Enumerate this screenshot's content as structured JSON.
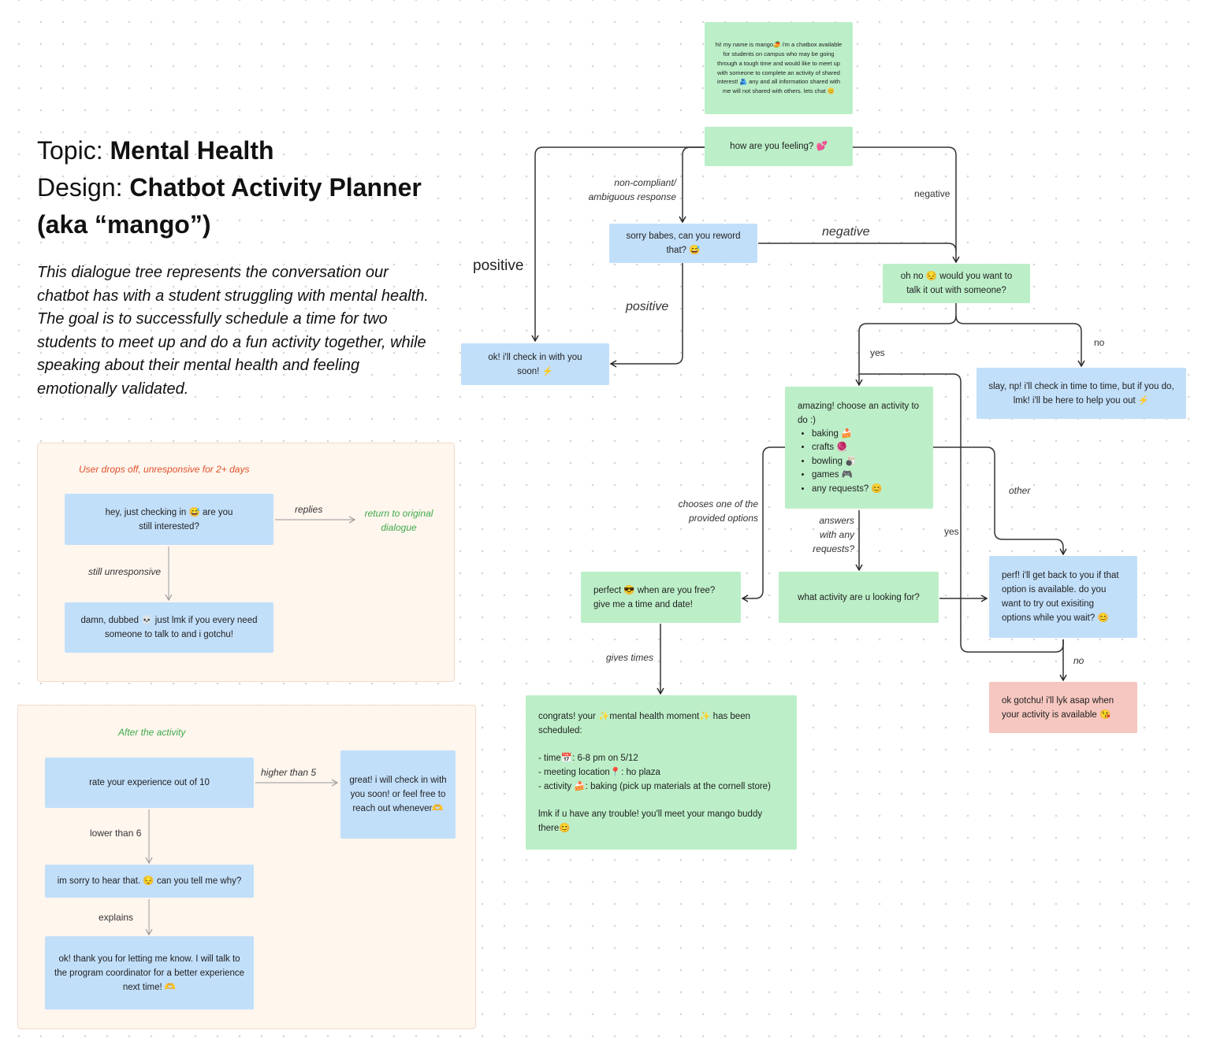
{
  "header": {
    "topic_prefix": "Topic: ",
    "topic": "Mental Health",
    "design_prefix": "Design: ",
    "design": "Chatbot Activity Planner",
    "aka": "(aka “mango”)",
    "description": "This dialogue tree represents the conversation our chatbot has with a student struggling with mental health. The goal is to successfully schedule a time for two students to meet up and do a fun activity together, while speaking about their mental health and feeling emotionally validated."
  },
  "dropoff": {
    "heading": "User drops off, unresponsive for 2+ days",
    "check_in": "hey, just checking in 😅 are you still interested?",
    "replies_label": "replies",
    "return_label": "return to original dialogue",
    "still_label": "still unresponsive",
    "dubbed": "damn, dubbed 💀 just lmk if you every need someone to talk to and i gotchu!"
  },
  "after": {
    "heading": "After the activity",
    "rate": "rate your experience out of 10",
    "higher_label": "higher than 5",
    "great": "great! i will check in with you soon! or feel free to reach out whenever🫶",
    "lower_label": "lower than 6",
    "sorry": "im sorry to hear that. 😔 can you tell me why?",
    "explains_label": "explains",
    "thanks": "ok! thank you for letting me know. I will talk to the program coordinator for a better experience next time! 🫶"
  },
  "flow": {
    "intro": "hi! my name is mango🥭 i'm a chatbox available for students on campus who may be going through a tough time and would like to meet up with someone to complete an activity of shared interest! 🫂 any and all information shared with me will not shared with others. lets chat 😊",
    "feeling": "how are you feeling? 💕",
    "reword": "sorry babes, can you reword that? 😅",
    "oh_no": "oh no 😔 would you want to talk it out with someone?",
    "check_soon": "ok! i'll check in with you soon! ⚡",
    "slay": "slay, np! i'll check in time to time, but if you do, lmk! i'll be here to help you out ⚡",
    "activity_intro": "amazing! choose an activity to do :)",
    "activities": [
      "baking 🍰",
      "crafts 🧶",
      "bowling 🎳",
      "games 🎮",
      "any requests? 😊"
    ],
    "perfect": "perfect 😎 when are you free? give me a time and date!",
    "looking": "what activity are u looking for?",
    "perf": "perf! i'll get back to you if that option is available. do you want to try out exisiting options while you wait? 😊",
    "gotchu": "ok gotchu! i'll lyk asap when your activity is available 😘",
    "congrats_line": "congrats! your ✨mental health moment✨ has been scheduled:",
    "time_line": "- time📅: 6-8 pm on 5/12",
    "location_line": "- meeting location📍: ho plaza",
    "activity_line": "- activity 🍰: baking (pick up materials at the cornell store)",
    "closing_line": "lmk if u have any trouble! you'll meet your mango buddy there😊"
  },
  "edge_labels": {
    "non_compliant": "non-compliant/ ambiguous response",
    "negative_small": "negative",
    "negative_big": "negative",
    "positive_big": "positive",
    "positive_mid": "positive",
    "yes1": "yes",
    "no1": "no",
    "chooses": "chooses one of the provided options",
    "answers": "answers with any requests?",
    "yes2": "yes",
    "other": "other",
    "gives_times": "gives times",
    "no2": "no"
  },
  "colors": {
    "green": "#bcefc8",
    "blue": "#c2dffa",
    "red": "#f6c7c0",
    "dropoff_heading": "#e0502a",
    "after_heading": "#3daa4a",
    "section_bg": "#fff6ee"
  }
}
